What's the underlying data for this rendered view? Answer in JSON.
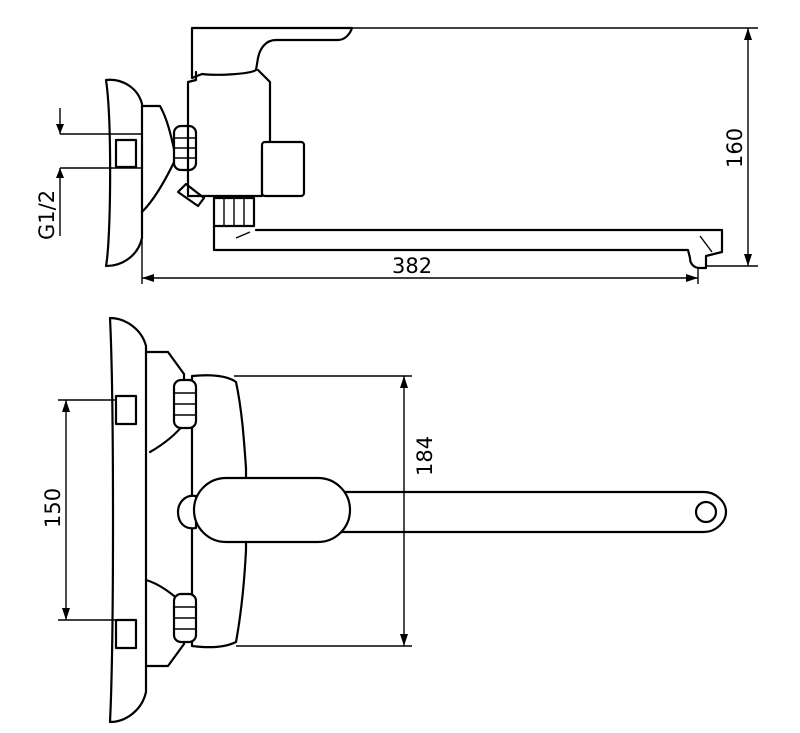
{
  "dimensions": {
    "height_160": "160",
    "length_382": "382",
    "height_184": "184",
    "spacing_150": "150",
    "thread_g12": "G1/2"
  }
}
